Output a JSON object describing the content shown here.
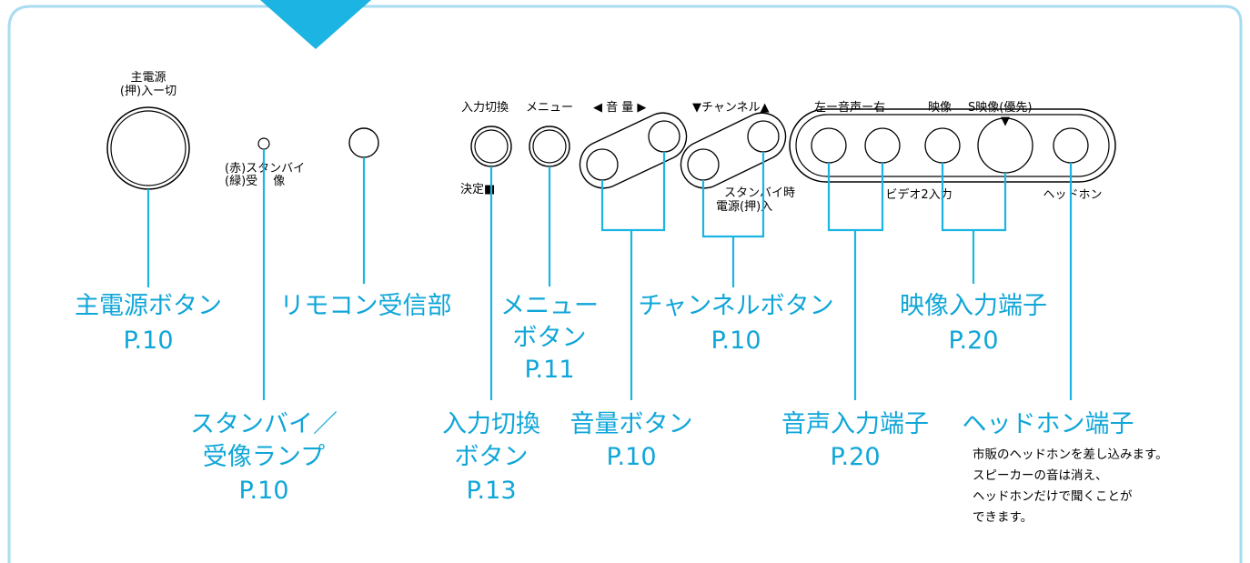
{
  "panel": {
    "main_power_title": "主電源",
    "main_power_sub": "(押)入ー切",
    "standby_red": "(赤)スタンバイ",
    "standby_green": "(緑)受　 像",
    "input_switch": "入力切換",
    "menu": "メニュー",
    "volume": "◀ 音 量 ▶",
    "channel": "▼チャンネル▲",
    "audio_lr": "左ー音声ー右",
    "video": "映像",
    "s_video": "S映像(優先)",
    "s_video_arrow": "▼",
    "enter": "決定■",
    "standby_time": "スタンバイ時",
    "power_on": "電源(押)入",
    "video2_input": "ビデオ2入力",
    "headphone": "ヘッドホン"
  },
  "callouts": {
    "main_power": {
      "label": "主電源ボタン",
      "page": "P.10"
    },
    "remote_receiver": {
      "label": "リモコン受信部"
    },
    "menu_button": {
      "line1": "メニュー",
      "line2": "ボタン",
      "page": "P.11"
    },
    "channel_button": {
      "label": "チャンネルボタン",
      "page": "P.10"
    },
    "video_input": {
      "label": "映像入力端子",
      "page": "P.20"
    },
    "standby_lamp": {
      "line1": "スタンバイ／",
      "line2": "受像ランプ",
      "page": "P.10"
    },
    "input_switch_button": {
      "line1": "入力切換",
      "line2": "ボタン",
      "page": "P.13"
    },
    "volume_button": {
      "label": "音量ボタン",
      "page": "P.10"
    },
    "audio_input": {
      "label": "音声入力端子",
      "page": "P.20"
    },
    "headphone_jack": {
      "label": "ヘッドホン端子",
      "note": [
        "市販のヘッドホンを差し込みます。",
        "スピーカーの音は消え、",
        "ヘッドホンだけで聞くことが",
        "できます。"
      ]
    }
  },
  "colors": {
    "accent": "#1cb4e2",
    "text_accent": "#0fa6d8",
    "frame": "#a9dcf0"
  }
}
